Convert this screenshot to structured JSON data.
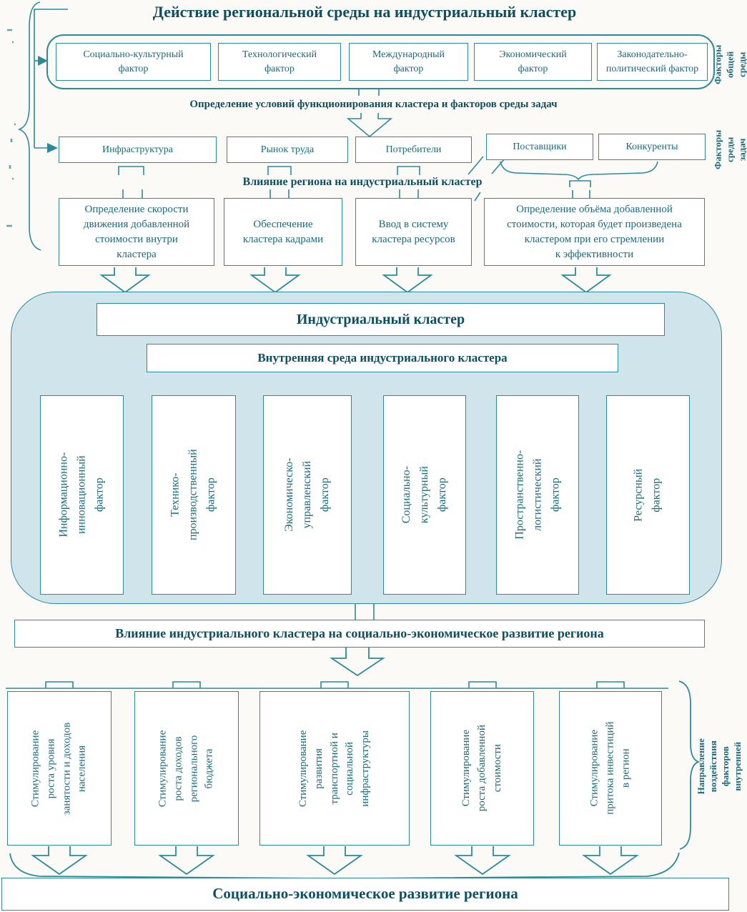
{
  "title": "Действие региональной среды на индустриальный кластер",
  "palette": {
    "line": "#2b8b98",
    "box_text": "#1a6a7c",
    "title_text": "#0d4f5f",
    "cluster_fill": "#cfe4eb",
    "background": "#fbfaf7"
  },
  "side_labels": {
    "general_env": "Факторы\nобщей среды",
    "task_env": "Факторы\nсреды задач",
    "direction": "Направление воздействия\nфакторов внутренней среды"
  },
  "flow": {
    "define_conditions": "Определение условий функционирования кластера и факторов среды задач",
    "region_influence": "Влияние региона на индустриальный кластер",
    "cluster_title": "Индустриальный кластер",
    "cluster_inner": "Внутренняя среда индустриального кластера",
    "cluster_influence": "Влияние индустриального кластера на социально-экономическое развитие региона",
    "result": "Социально-экономическое развитие региона"
  },
  "general_factors": [
    "Социально-культурный\nфактор",
    "Технологический\nфактор",
    "Международный\nфактор",
    "Экономический\nфактор",
    "Законодательно-\nполитический фактор"
  ],
  "task_factors": [
    "Инфраструктура",
    "Рынок труда",
    "Потребители",
    "Поставщики",
    "Конкуренты"
  ],
  "region_actions": [
    "Определение скорости\nдвижения добавленной\nстоимости внутри\nкластера",
    "Обеспечение\nкластера кадрами",
    "Ввод в систему\nкластера ресурсов",
    "Определение объёма добавленной\nстоимости, которая будет произведена\nкластером при его стремлении\nк эффективности"
  ],
  "inner_factors": [
    "Информационно-\nинновационный\nфактор",
    "Технико-производственный\nфактор",
    "Экономическо-\nуправленский\nфактор",
    "Социально-\nкультурный\nфактор",
    "Пространственно-\nлогистический\nфактор",
    "Ресурсный\nфактор"
  ],
  "stimulus": [
    "Стимулирование\nроста уровня\nзанятости и доходов\nнаселения",
    "Стимулирование\nроста доходов\nрегионального\nбюджета",
    "Стимулирование\nразвития\nтранспортной и\nсоциальной\nинфраструктуры",
    "Стимулирование\nроста добавленной\nстоимости",
    "Стимулирование\nпритока инвестиций\nв регион"
  ]
}
